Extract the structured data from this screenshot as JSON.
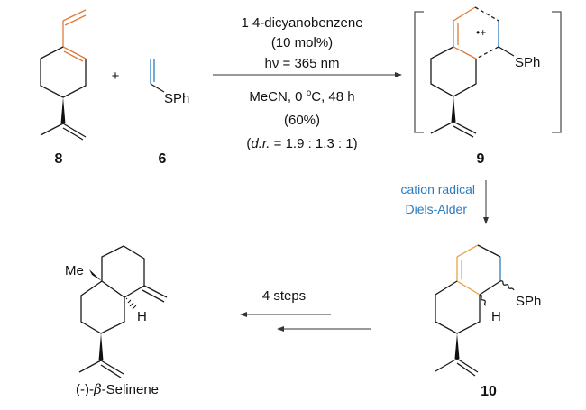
{
  "compounds": {
    "c8": {
      "label": "8"
    },
    "c6": {
      "label": "6",
      "group": "SPh"
    },
    "c9": {
      "label": "9",
      "group": "SPh",
      "charge": "•+"
    },
    "c10": {
      "label": "10",
      "group": "SPh",
      "h": "H"
    },
    "selinene": {
      "label": "(-)-",
      "label_greek": "β",
      "label_rest": "-Selinene",
      "me": "Me",
      "h": "H"
    }
  },
  "plus": "+",
  "reaction1": {
    "conditions_above": [
      "1 4-dicyanobenzene",
      "(10 mol%)",
      "hν = 365 nm"
    ],
    "conditions_below": [
      "MeCN, 0 ",
      "o",
      "C, 48 h"
    ],
    "yield": "(60%)",
    "dr_prefix": "(",
    "dr_italic": "d.r.",
    "dr_rest": " = 1.9 : 1.3 : 1)"
  },
  "reaction2": {
    "lines": [
      "cation radical",
      "Diels-Alder"
    ]
  },
  "reaction3": {
    "label": "4 steps"
  },
  "colors": {
    "orange": "#e07b39",
    "blue": "#2b7bbf"
  }
}
